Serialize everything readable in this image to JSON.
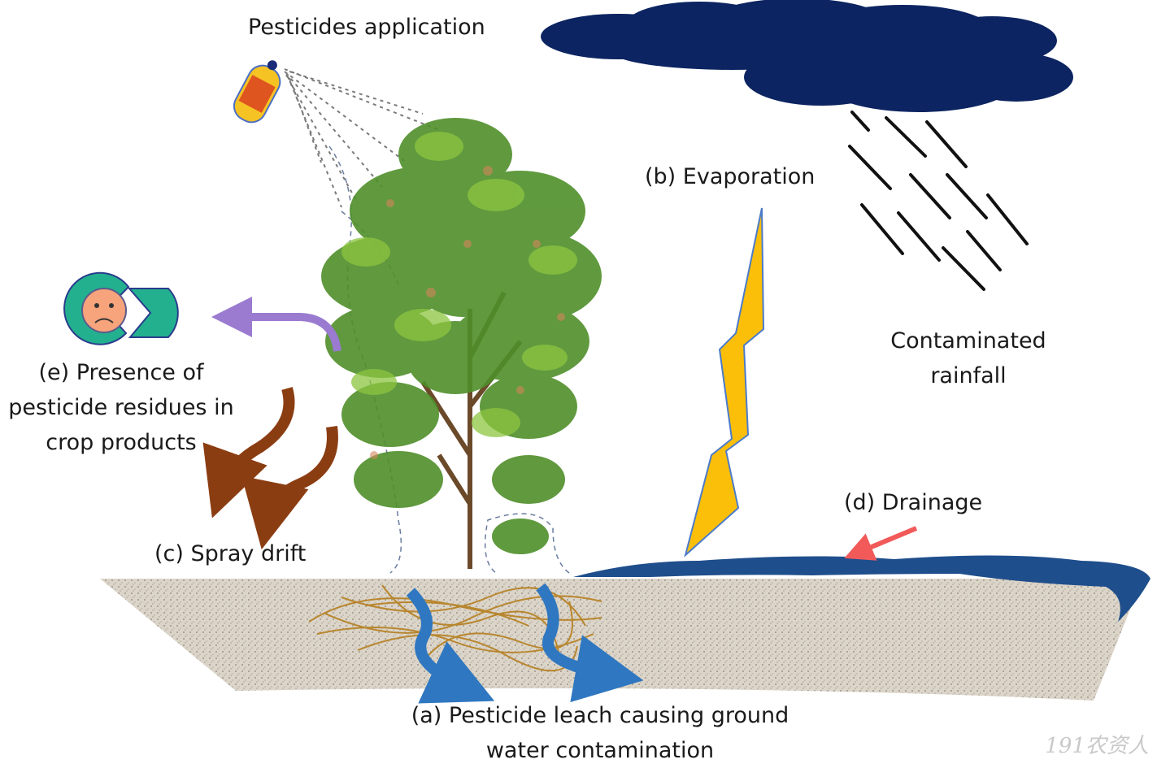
{
  "labels": {
    "pesticides_application": "Pesticides application",
    "evaporation": "(b) Evaporation",
    "contaminated_rainfall": [
      "Contaminated",
      "rainfall"
    ],
    "presence_residues": [
      "(e) Presence of",
      "pesticide residues in",
      "crop products"
    ],
    "spray_drift": "(c) Spray drift",
    "drainage": "(d) Drainage",
    "leach": [
      "(a) Pesticide leach causing ground",
      "water contamination"
    ]
  },
  "watermark": "191农资人",
  "colors": {
    "cloud": "#0c2461",
    "lightning": "#fbbf0a",
    "water": "#1f4e8c",
    "soil": "#d9d2c6",
    "roots": "#b8862e",
    "leach_arrow": "#2f77c0",
    "drift_arrow": "#8b3d12",
    "residue_arrow": "#9a7bd0",
    "drainage_arrow": "#f25a5a",
    "face_disk": "#23b08f",
    "face": "#f7a37b"
  },
  "icons": [
    "sprayer-bottle-icon",
    "storm-cloud-icon",
    "sad-face-icon",
    "tree-icon",
    "lightning-icon"
  ]
}
